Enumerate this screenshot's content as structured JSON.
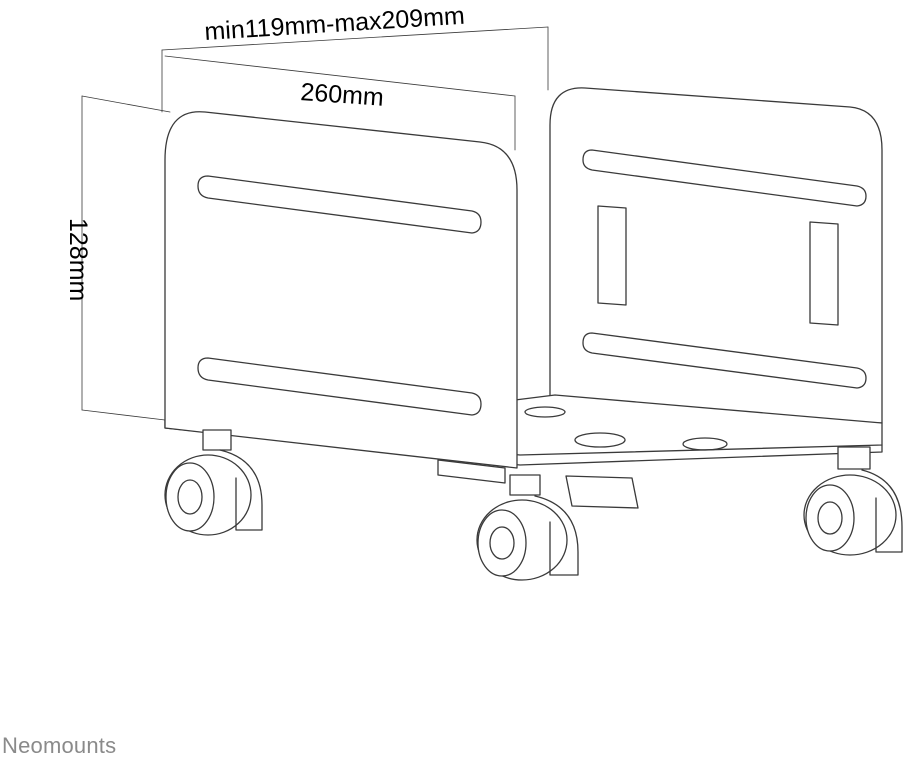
{
  "dimensions": {
    "width_range": "min119mm-max209mm",
    "depth": "260mm",
    "height": "128mm"
  },
  "brand": {
    "name": "Neomounts"
  },
  "colors": {
    "line": "#3a3a3a",
    "fill": "#ffffff",
    "brand_text": "#8a8a8a"
  }
}
